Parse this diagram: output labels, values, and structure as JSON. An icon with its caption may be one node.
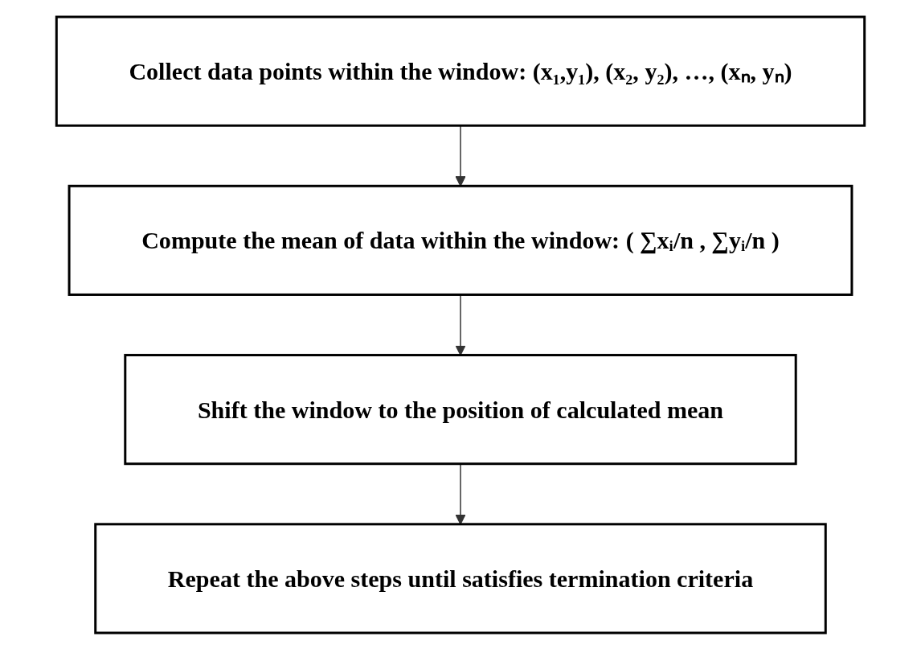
{
  "diagram": {
    "nodes": [
      {
        "text": [
          "Collect data points within the window: (x₁,y₁), (x₂, y₂),  …, (xₙ, yₙ)"
        ]
      },
      {
        "text": [
          "Compute the mean of data within the window: ( ∑xᵢ/n , ∑yᵢ/n )"
        ]
      },
      {
        "text": [
          "Shift the window to the position of calculated mean"
        ]
      },
      {
        "text": [
          "Repeat the above steps until satisfies termination criteria"
        ]
      }
    ],
    "edges": [
      {
        "from": 0,
        "to": 1,
        "arrow": "to"
      },
      {
        "from": 1,
        "to": 2,
        "arrow": "to"
      },
      {
        "from": 2,
        "to": 3,
        "arrow": "to"
      }
    ]
  }
}
